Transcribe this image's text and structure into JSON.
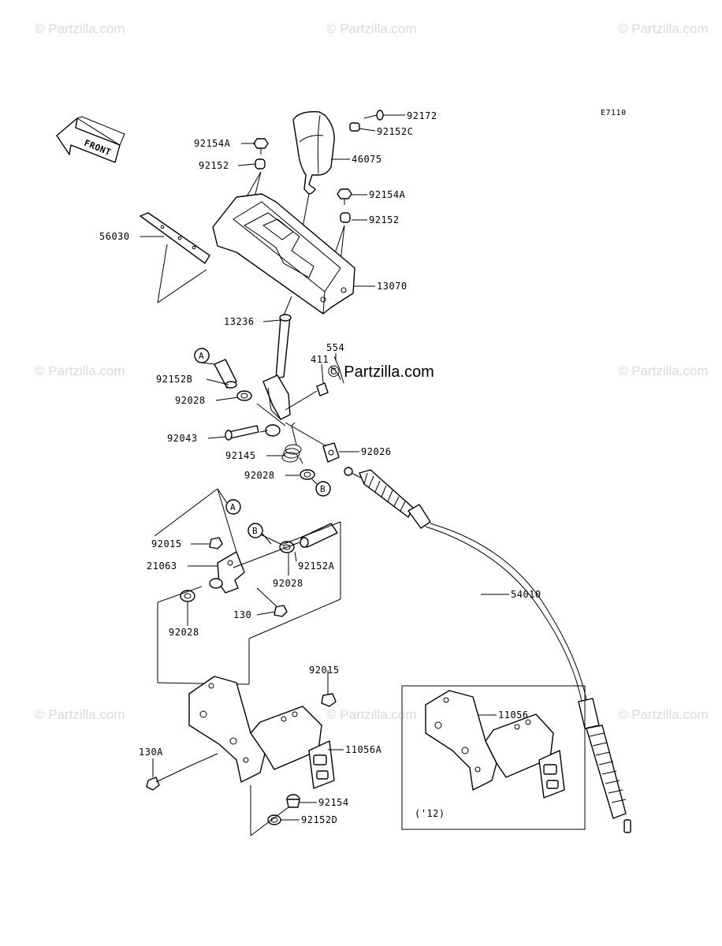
{
  "figure_code": "E7110",
  "watermarks": [
    {
      "text": "© Partzilla.com"
    },
    {
      "text": "© Partzilla.com"
    },
    {
      "text": "© Partzilla.com"
    },
    {
      "text": "© Partzilla.com"
    },
    {
      "text": "© Partzilla.com"
    },
    {
      "text": "© Partzilla.com"
    },
    {
      "text": "© Partzilla.com"
    },
    {
      "text": "© Partzilla.com"
    }
  ],
  "center_watermark": "© Partzilla.com",
  "front_arrow": "FRONT",
  "parts": {
    "p92172": "92172",
    "p92152C": "92152C",
    "p92154A_top": "92154A",
    "p92152_top": "92152",
    "p46075": "46075",
    "p92154A_right": "92154A",
    "p92152_right": "92152",
    "p56030": "56030",
    "p13070": "13070",
    "p13236": "13236",
    "p554": "554",
    "p411": "411",
    "p92152B": "92152B",
    "p92028_a": "92028",
    "p92043": "92043",
    "p92145": "92145",
    "p92026": "92026",
    "p92028_b": "92028",
    "p92015_a": "92015",
    "p21063": "21063",
    "p92152A": "92152A",
    "p92028_c": "92028",
    "p130": "130",
    "p92028_d": "92028",
    "p54010": "54010",
    "p92015_b": "92015",
    "p11056A": "11056A",
    "p130A": "130A",
    "p92154": "92154",
    "p92152D": "92152D",
    "p11056": "11056"
  },
  "callouts": {
    "A": "A",
    "B": "B"
  },
  "inset_note": "('12)"
}
